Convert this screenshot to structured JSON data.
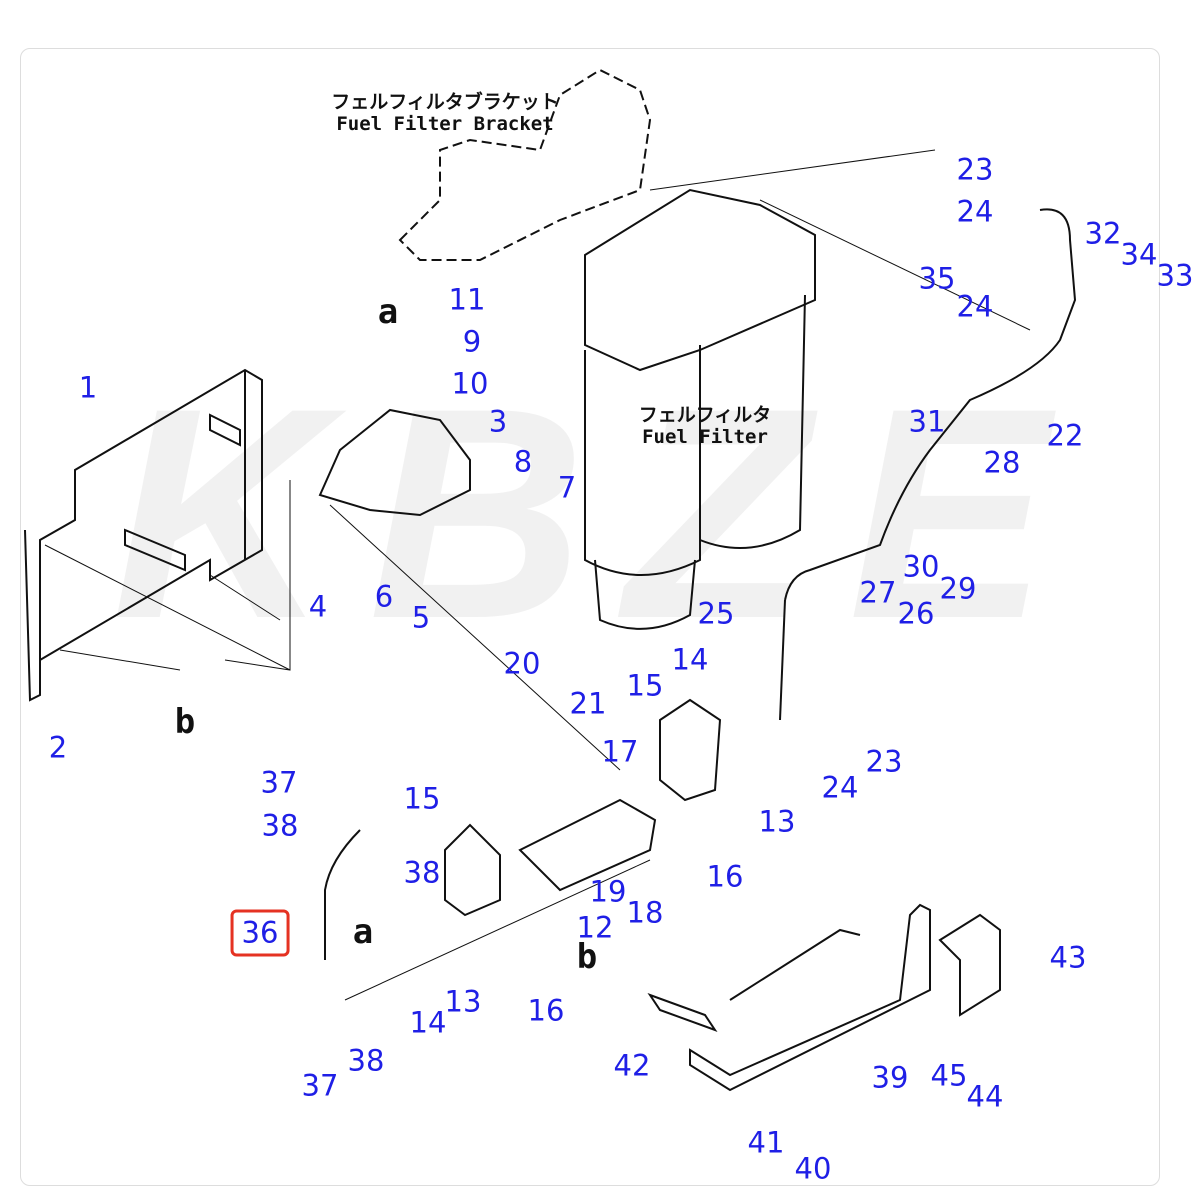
{
  "diagram": {
    "title_annotations": {
      "bracket_jp": "フェルフィルタブラケット",
      "bracket_en": "Fuel Filter Bracket",
      "filter_jp": "フェルフィルタ",
      "filter_en": "Fuel Filter"
    },
    "view_refs": [
      "a",
      "a",
      "b",
      "b"
    ],
    "callouts": [
      "1",
      "2",
      "3",
      "4",
      "5",
      "6",
      "7",
      "8",
      "9",
      "10",
      "11",
      "12",
      "13",
      "13",
      "14",
      "14",
      "15",
      "15",
      "16",
      "16",
      "17",
      "18",
      "19",
      "20",
      "21",
      "22",
      "23",
      "23",
      "24",
      "24",
      "24",
      "25",
      "26",
      "27",
      "28",
      "29",
      "30",
      "31",
      "32",
      "33",
      "34",
      "35",
      "36",
      "37",
      "37",
      "38",
      "38",
      "38",
      "39",
      "40",
      "41",
      "42",
      "43",
      "44",
      "45"
    ],
    "highlighted_callout": "36",
    "watermark": "KBZE",
    "colors": {
      "callout": "#1f1fe6",
      "highlight": "#e53222",
      "line": "#111111"
    }
  }
}
